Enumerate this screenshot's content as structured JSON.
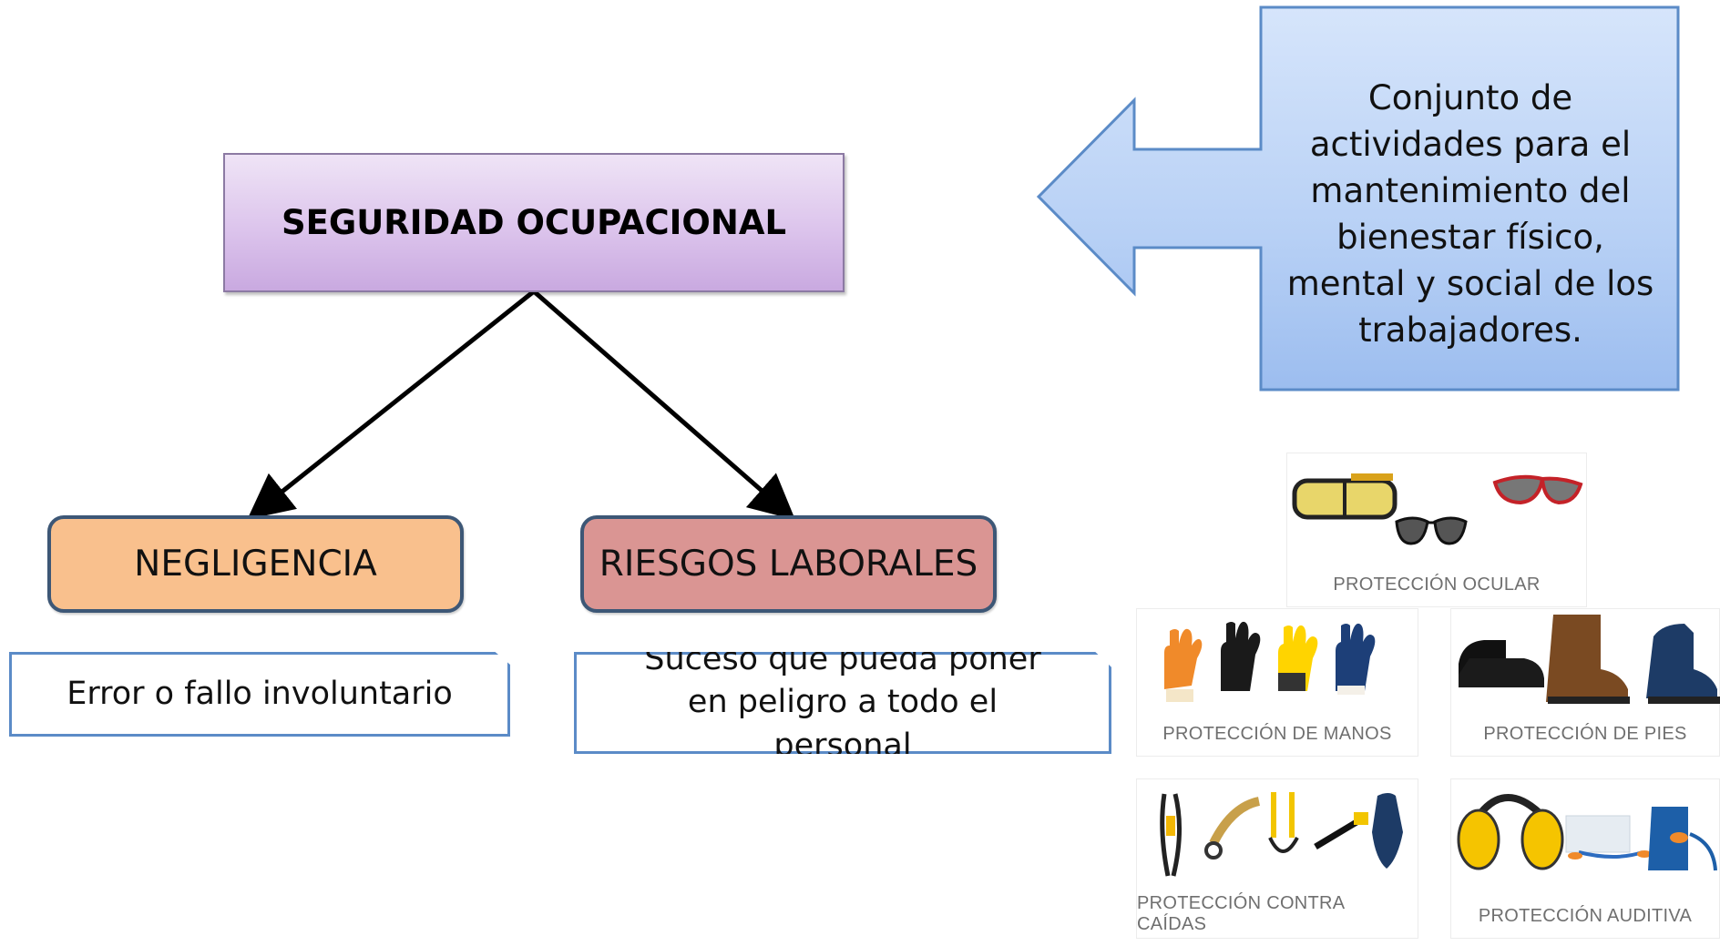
{
  "title": "SEGURIDAD OCUPACIONAL",
  "branches": {
    "negligencia": {
      "label": "NEGLIGENCIA",
      "description": "Error o fallo involuntario"
    },
    "riesgos": {
      "label": "RIESGOS LABORALES",
      "description": "Suceso que pueda poner en peligro a todo el personal"
    }
  },
  "callout": "Conjunto de actividades para el mantenimiento del bienestar físico, mental y social de los trabajadores.",
  "ppe": {
    "ocular": "PROTECCIÓN OCULAR",
    "manos": "PROTECCIÓN DE MANOS",
    "pies": "PROTECCIÓN DE PIES",
    "caidas": "PROTECCIÓN CONTRA CAÍDAS",
    "auditiva": "PROTECCIÓN AUDITIVA"
  },
  "colors": {
    "title_fill": "#dcc4ec",
    "negligencia_fill": "#f9c08d",
    "riesgos_fill": "#da9593",
    "callout_fill": "#b9d3f7",
    "box_border": "#3d5776",
    "desc_border": "#5b8bc7"
  }
}
